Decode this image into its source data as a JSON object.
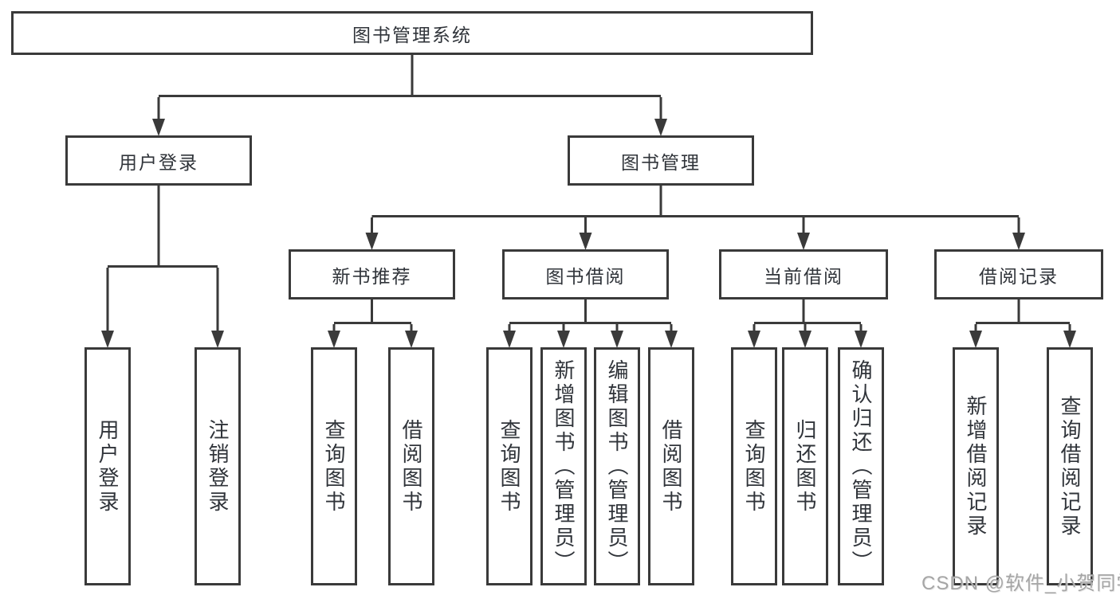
{
  "tree": {
    "root": {
      "label": "图书管理系统"
    },
    "children": [
      {
        "label": "用户登录",
        "children": [
          {
            "label": "用户登录"
          },
          {
            "label": "注销登录"
          }
        ]
      },
      {
        "label": "图书管理",
        "children": [
          {
            "label": "新书推荐",
            "children": [
              {
                "label": "查询图书"
              },
              {
                "label": "借阅图书"
              }
            ]
          },
          {
            "label": "图书借阅",
            "children": [
              {
                "label": "查询图书"
              },
              {
                "label": "新增图书（管理员）"
              },
              {
                "label": "编辑图书（管理员）"
              },
              {
                "label": "借阅图书"
              }
            ]
          },
          {
            "label": "当前借阅",
            "children": [
              {
                "label": "查询图书"
              },
              {
                "label": "归还图书"
              },
              {
                "label": "确认归还（管理员）"
              }
            ]
          },
          {
            "label": "借阅记录",
            "children": [
              {
                "label": "新增借阅记录"
              },
              {
                "label": "查询借阅记录"
              }
            ]
          }
        ]
      }
    ]
  },
  "watermark": {
    "text": "CSDN @软件_小贺同学"
  },
  "colors": {
    "line": "#3a3a3a",
    "text": "#30343a",
    "background": "#ffffff",
    "watermark": "#9e9e9e"
  }
}
